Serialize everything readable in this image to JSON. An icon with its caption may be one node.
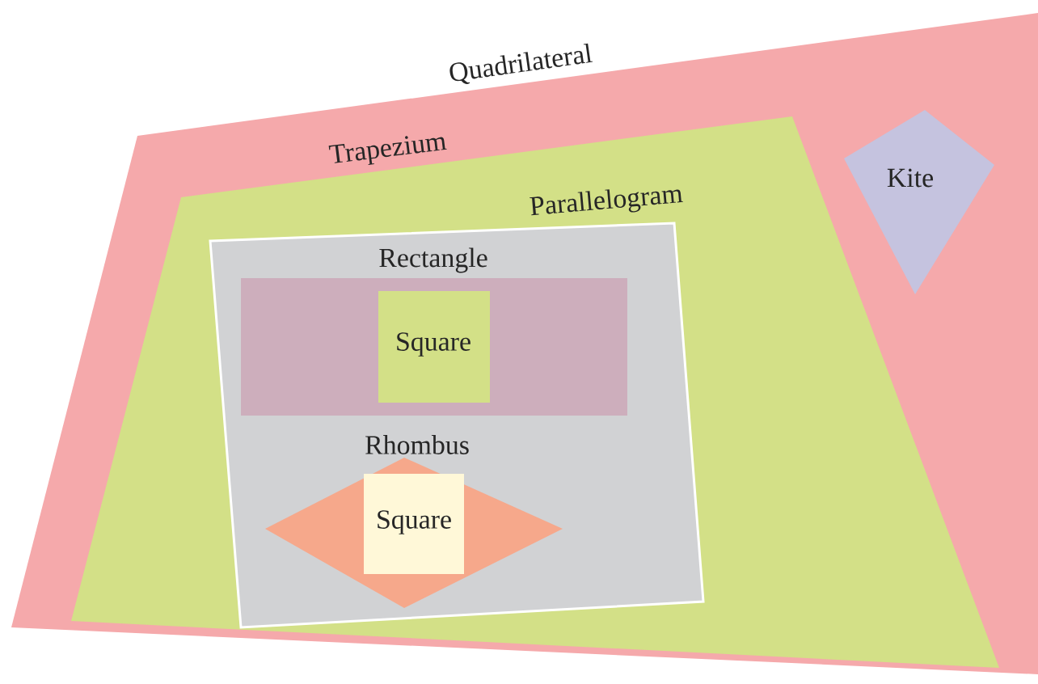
{
  "diagram": {
    "nodes": [
      {
        "text": [
          "Quadrilateral"
        ]
      },
      {
        "text": [
          "Trapezium"
        ],
        "in": 0
      },
      {
        "text": [
          "Kite"
        ],
        "in": 0
      },
      {
        "text": [
          "Parallelogram"
        ],
        "in": 1
      },
      {
        "text": [
          "Rectangle"
        ],
        "in": 3
      },
      {
        "text": [
          "Square"
        ],
        "in": 4
      },
      {
        "text": [
          "Rhombus"
        ],
        "in": 3
      },
      {
        "text": [
          "Square"
        ],
        "in": 6
      }
    ]
  }
}
